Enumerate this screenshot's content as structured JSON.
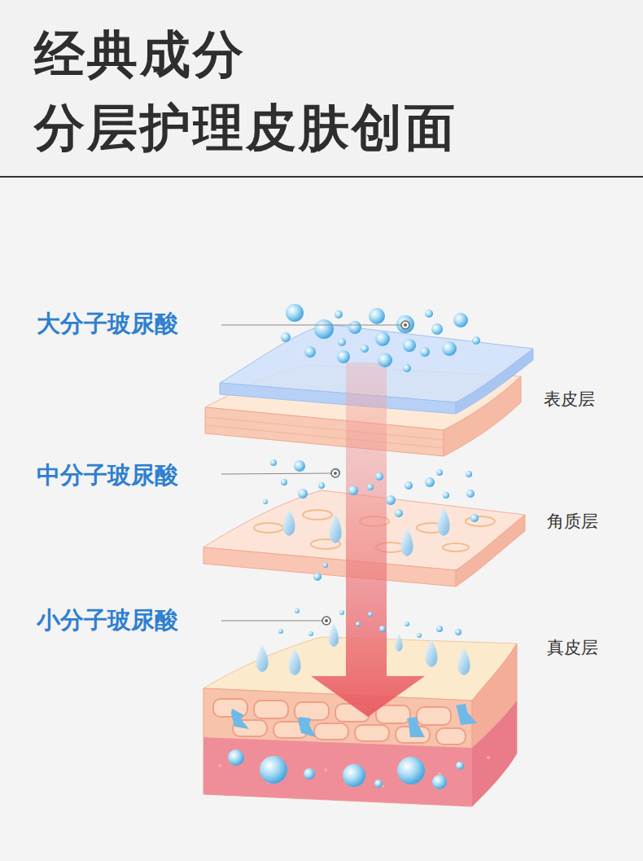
{
  "diagram": {
    "title": "经典成分 分层护理皮肤创面",
    "labels": [
      "大分子玻尿酸",
      "表皮层",
      "中分子玻尿酸",
      "角质层",
      "小分子玻尿酸",
      "真皮层"
    ]
  }
}
